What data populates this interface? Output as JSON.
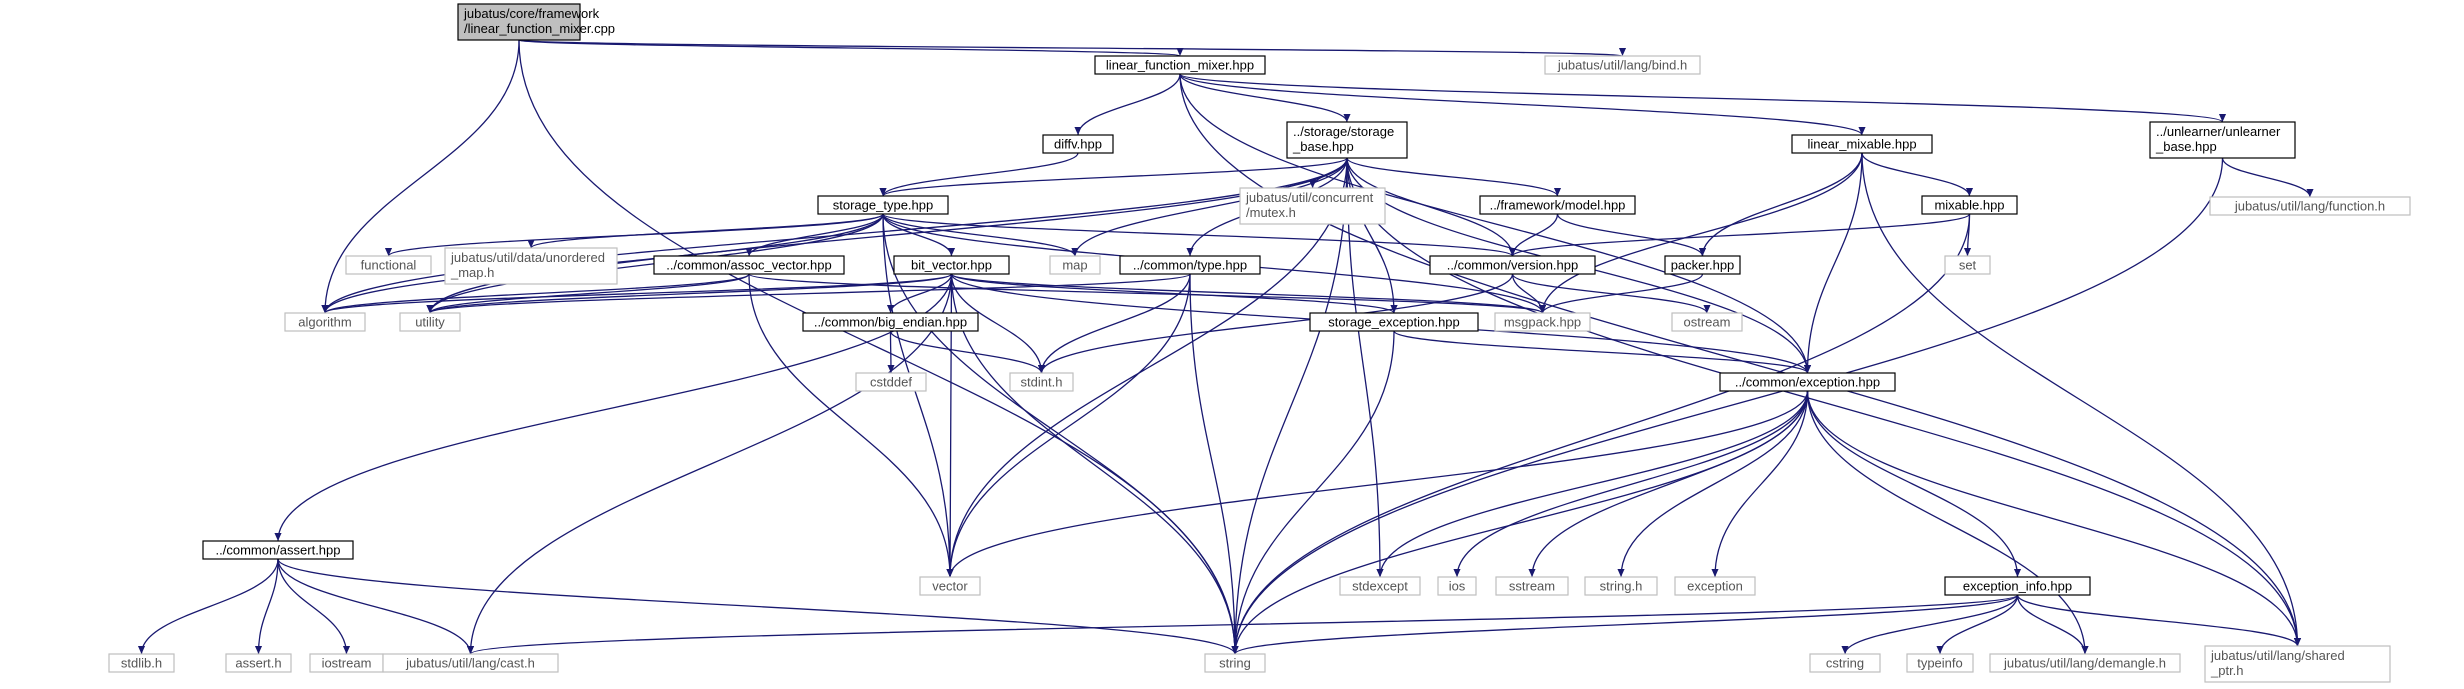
{
  "graph": {
    "title": "Include dependency graph",
    "nodes": [
      {
        "id": "root",
        "label": [
          "jubatus/core/framework",
          "/linear_function_mixer.cpp"
        ],
        "kind": "root"
      },
      {
        "id": "bind",
        "label": [
          "jubatus/util/lang/bind.h"
        ],
        "kind": "external"
      },
      {
        "id": "lfm",
        "label": [
          "linear_function_mixer.hpp"
        ],
        "kind": "local"
      },
      {
        "id": "diffv",
        "label": [
          "diffv.hpp"
        ],
        "kind": "local"
      },
      {
        "id": "storage_base",
        "label": [
          "../storage/storage",
          "_base.hpp"
        ],
        "kind": "local"
      },
      {
        "id": "linear_mixable",
        "label": [
          "linear_mixable.hpp"
        ],
        "kind": "local"
      },
      {
        "id": "unlearner",
        "label": [
          "../unlearner/unlearner",
          "_base.hpp"
        ],
        "kind": "local"
      },
      {
        "id": "function_h",
        "label": [
          "jubatus/util/lang/function.h"
        ],
        "kind": "external"
      },
      {
        "id": "storage_type",
        "label": [
          "storage_type.hpp"
        ],
        "kind": "local"
      },
      {
        "id": "mutex",
        "label": [
          "jubatus/util/concurrent",
          "/mutex.h"
        ],
        "kind": "external"
      },
      {
        "id": "model",
        "label": [
          "../framework/model.hpp"
        ],
        "kind": "local"
      },
      {
        "id": "mixable",
        "label": [
          "mixable.hpp"
        ],
        "kind": "local"
      },
      {
        "id": "functional",
        "label": [
          "functional"
        ],
        "kind": "external"
      },
      {
        "id": "unordered_map",
        "label": [
          "jubatus/util/data/unordered",
          "_map.h"
        ],
        "kind": "external"
      },
      {
        "id": "assoc_vector",
        "label": [
          "../common/assoc_vector.hpp"
        ],
        "kind": "local"
      },
      {
        "id": "bit_vector",
        "label": [
          "bit_vector.hpp"
        ],
        "kind": "local"
      },
      {
        "id": "map",
        "label": [
          "map"
        ],
        "kind": "external"
      },
      {
        "id": "common_type",
        "label": [
          "../common/type.hpp"
        ],
        "kind": "local"
      },
      {
        "id": "version",
        "label": [
          "../common/version.hpp"
        ],
        "kind": "local"
      },
      {
        "id": "packer",
        "label": [
          "packer.hpp"
        ],
        "kind": "local"
      },
      {
        "id": "set",
        "label": [
          "set"
        ],
        "kind": "external"
      },
      {
        "id": "algorithm",
        "label": [
          "algorithm"
        ],
        "kind": "external"
      },
      {
        "id": "utility",
        "label": [
          "utility"
        ],
        "kind": "external"
      },
      {
        "id": "msgpack",
        "label": [
          "msgpack.hpp"
        ],
        "kind": "external"
      },
      {
        "id": "ostream",
        "label": [
          "ostream"
        ],
        "kind": "external"
      },
      {
        "id": "big_endian",
        "label": [
          "../common/big_endian.hpp"
        ],
        "kind": "local"
      },
      {
        "id": "storage_exception",
        "label": [
          "storage_exception.hpp"
        ],
        "kind": "local"
      },
      {
        "id": "cstddef",
        "label": [
          "cstddef"
        ],
        "kind": "external"
      },
      {
        "id": "stdint",
        "label": [
          "stdint.h"
        ],
        "kind": "external"
      },
      {
        "id": "exception_hpp",
        "label": [
          "../common/exception.hpp"
        ],
        "kind": "local"
      },
      {
        "id": "assert_hpp",
        "label": [
          "../common/assert.hpp"
        ],
        "kind": "local"
      },
      {
        "id": "vector",
        "label": [
          "vector"
        ],
        "kind": "external"
      },
      {
        "id": "stdexcept",
        "label": [
          "stdexcept"
        ],
        "kind": "external"
      },
      {
        "id": "ios",
        "label": [
          "ios"
        ],
        "kind": "external"
      },
      {
        "id": "sstream",
        "label": [
          "sstream"
        ],
        "kind": "external"
      },
      {
        "id": "string_h",
        "label": [
          "string.h"
        ],
        "kind": "external"
      },
      {
        "id": "exception",
        "label": [
          "exception"
        ],
        "kind": "external"
      },
      {
        "id": "exception_info",
        "label": [
          "exception_info.hpp"
        ],
        "kind": "local"
      },
      {
        "id": "stdlib",
        "label": [
          "stdlib.h"
        ],
        "kind": "external"
      },
      {
        "id": "assert_h",
        "label": [
          "assert.h"
        ],
        "kind": "external"
      },
      {
        "id": "iostream",
        "label": [
          "iostream"
        ],
        "kind": "external"
      },
      {
        "id": "cast",
        "label": [
          "jubatus/util/lang/cast.h"
        ],
        "kind": "external"
      },
      {
        "id": "string",
        "label": [
          "string"
        ],
        "kind": "external"
      },
      {
        "id": "cstring",
        "label": [
          "cstring"
        ],
        "kind": "external"
      },
      {
        "id": "typeinfo",
        "label": [
          "typeinfo"
        ],
        "kind": "external"
      },
      {
        "id": "demangle",
        "label": [
          "jubatus/util/lang/demangle.h"
        ],
        "kind": "external"
      },
      {
        "id": "shared_ptr",
        "label": [
          "jubatus/util/lang/shared",
          "_ptr.h"
        ],
        "kind": "external"
      }
    ],
    "edges": [
      [
        "root",
        "bind"
      ],
      [
        "root",
        "lfm"
      ],
      [
        "root",
        "algorithm"
      ],
      [
        "root",
        "string"
      ],
      [
        "lfm",
        "diffv"
      ],
      [
        "lfm",
        "storage_base"
      ],
      [
        "lfm",
        "linear_mixable"
      ],
      [
        "lfm",
        "unlearner"
      ],
      [
        "lfm",
        "exception_hpp"
      ],
      [
        "lfm",
        "shared_ptr"
      ],
      [
        "diffv",
        "storage_type"
      ],
      [
        "storage_base",
        "storage_type"
      ],
      [
        "storage_base",
        "mutex"
      ],
      [
        "storage_base",
        "model"
      ],
      [
        "storage_base",
        "common_type"
      ],
      [
        "storage_base",
        "version"
      ],
      [
        "storage_base",
        "map"
      ],
      [
        "storage_base",
        "storage_exception"
      ],
      [
        "storage_base",
        "exception_hpp"
      ],
      [
        "storage_base",
        "stdexcept"
      ],
      [
        "storage_base",
        "vector"
      ],
      [
        "storage_base",
        "algorithm"
      ],
      [
        "storage_base",
        "utility"
      ],
      [
        "storage_base",
        "string"
      ],
      [
        "storage_base",
        "shared_ptr"
      ],
      [
        "linear_mixable",
        "mixable"
      ],
      [
        "linear_mixable",
        "packer"
      ],
      [
        "linear_mixable",
        "msgpack"
      ],
      [
        "linear_mixable",
        "exception_hpp"
      ],
      [
        "linear_mixable",
        "shared_ptr"
      ],
      [
        "unlearner",
        "function_h"
      ],
      [
        "unlearner",
        "string"
      ],
      [
        "storage_type",
        "functional"
      ],
      [
        "storage_type",
        "unordered_map"
      ],
      [
        "storage_type",
        "assoc_vector"
      ],
      [
        "storage_type",
        "bit_vector"
      ],
      [
        "storage_type",
        "map"
      ],
      [
        "storage_type",
        "version"
      ],
      [
        "storage_type",
        "msgpack"
      ],
      [
        "storage_type",
        "algorithm"
      ],
      [
        "storage_type",
        "utility"
      ],
      [
        "storage_type",
        "vector"
      ],
      [
        "storage_type",
        "string"
      ],
      [
        "model",
        "version"
      ],
      [
        "model",
        "packer"
      ],
      [
        "mixable",
        "version"
      ],
      [
        "mixable",
        "set"
      ],
      [
        "mixable",
        "string"
      ],
      [
        "assoc_vector",
        "algorithm"
      ],
      [
        "assoc_vector",
        "utility"
      ],
      [
        "assoc_vector",
        "msgpack"
      ],
      [
        "assoc_vector",
        "vector"
      ],
      [
        "bit_vector",
        "big_endian"
      ],
      [
        "bit_vector",
        "storage_exception"
      ],
      [
        "bit_vector",
        "stdint"
      ],
      [
        "bit_vector",
        "assert_hpp"
      ],
      [
        "bit_vector",
        "exception_hpp"
      ],
      [
        "bit_vector",
        "cast"
      ],
      [
        "bit_vector",
        "msgpack"
      ],
      [
        "bit_vector",
        "utility"
      ],
      [
        "bit_vector",
        "algorithm"
      ],
      [
        "bit_vector",
        "vector"
      ],
      [
        "bit_vector",
        "string"
      ],
      [
        "common_type",
        "stdint"
      ],
      [
        "common_type",
        "vector"
      ],
      [
        "common_type",
        "string"
      ],
      [
        "common_type",
        "utility"
      ],
      [
        "version",
        "msgpack"
      ],
      [
        "version",
        "ostream"
      ],
      [
        "version",
        "stdint"
      ],
      [
        "packer",
        "msgpack"
      ],
      [
        "big_endian",
        "cstddef"
      ],
      [
        "big_endian",
        "stdint"
      ],
      [
        "storage_exception",
        "exception_hpp"
      ],
      [
        "storage_exception",
        "string"
      ],
      [
        "exception_hpp",
        "vector"
      ],
      [
        "exception_hpp",
        "stdexcept"
      ],
      [
        "exception_hpp",
        "ios"
      ],
      [
        "exception_hpp",
        "sstream"
      ],
      [
        "exception_hpp",
        "string_h"
      ],
      [
        "exception_hpp",
        "exception"
      ],
      [
        "exception_hpp",
        "exception_info"
      ],
      [
        "exception_hpp",
        "demangle"
      ],
      [
        "exception_hpp",
        "string"
      ],
      [
        "exception_hpp",
        "shared_ptr"
      ],
      [
        "exception_info",
        "cstring"
      ],
      [
        "exception_info",
        "typeinfo"
      ],
      [
        "exception_info",
        "demangle"
      ],
      [
        "exception_info",
        "shared_ptr"
      ],
      [
        "exception_info",
        "cast"
      ],
      [
        "exception_info",
        "string"
      ],
      [
        "assert_hpp",
        "stdlib"
      ],
      [
        "assert_hpp",
        "assert_h"
      ],
      [
        "assert_hpp",
        "iostream"
      ],
      [
        "assert_hpp",
        "cast"
      ],
      [
        "assert_hpp",
        "string"
      ]
    ]
  }
}
